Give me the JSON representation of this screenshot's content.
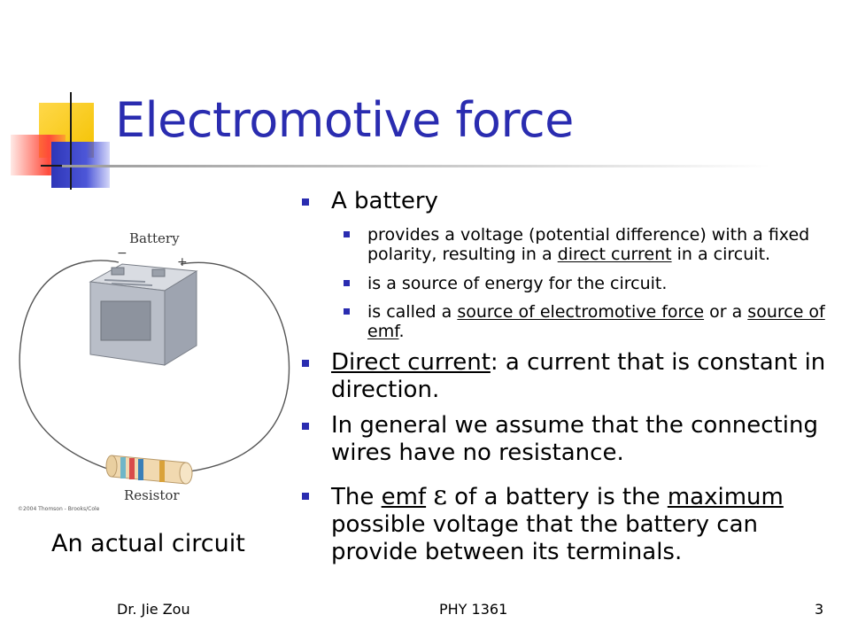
{
  "slide": {
    "title": "Electromotive force",
    "figure": {
      "battery_label": "Battery",
      "minus_sign": "−",
      "plus_sign": "+",
      "resistor_label": "Resistor",
      "copyright": "©2004 Thomson - Brooks/Cole",
      "caption": "An actual circuit"
    },
    "bullets": {
      "b1": {
        "text": "A battery"
      },
      "s1": {
        "t1": "provides a voltage (potential difference) with a fixed polarity, resulting in a ",
        "u1": "direct current",
        "t2": " in a circuit."
      },
      "s2": {
        "text": "is a source of energy for the circuit."
      },
      "s3": {
        "t1": "is called a ",
        "u1": "source of electromotive force",
        "t2": " or a ",
        "u2": "source of emf",
        "t3": "."
      },
      "b2": {
        "u1": "Direct current",
        "t1": ": a current that is constant in direction."
      },
      "b3": {
        "text": "In general we assume that the connecting wires have no resistance."
      },
      "b4": {
        "t1": "The ",
        "u1": "emf",
        "symbol": "ε",
        "t2": " of a battery is the ",
        "u2": "maximum",
        "t3": " possible voltage that the battery can provide between its terminals."
      }
    },
    "footer": {
      "author": "Dr. Jie Zou",
      "course": "PHY 1361",
      "page": "3"
    },
    "colors": {
      "title": "#2a2cb0",
      "bullet": "#2a2cb0",
      "text": "#000000"
    }
  }
}
